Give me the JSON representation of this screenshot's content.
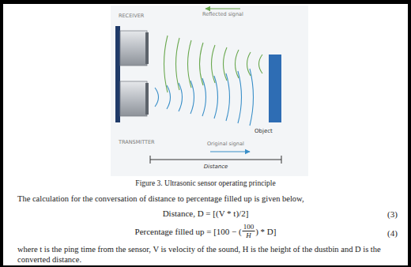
{
  "diagram": {
    "caption": "Figure 3. Ultrasonic sensor operating principle",
    "labels": [
      "RECEIVER",
      "Reflected signal",
      "Object",
      "TRANSMITTER",
      "Original signal",
      "Distance",
      "The calculation for the conversation of distance to percentage filled up is given below,",
      "Distance, D = [(V * t)/2]",
      "(3)",
      "Percentage filled up = [100 − (",
      "100",
      "H",
      ") * D]",
      "(4)",
      "where t is the ping time from the sensor, V is velocity of the sound, H is the height of the dustbin and D is the converted distance."
    ]
  }
}
